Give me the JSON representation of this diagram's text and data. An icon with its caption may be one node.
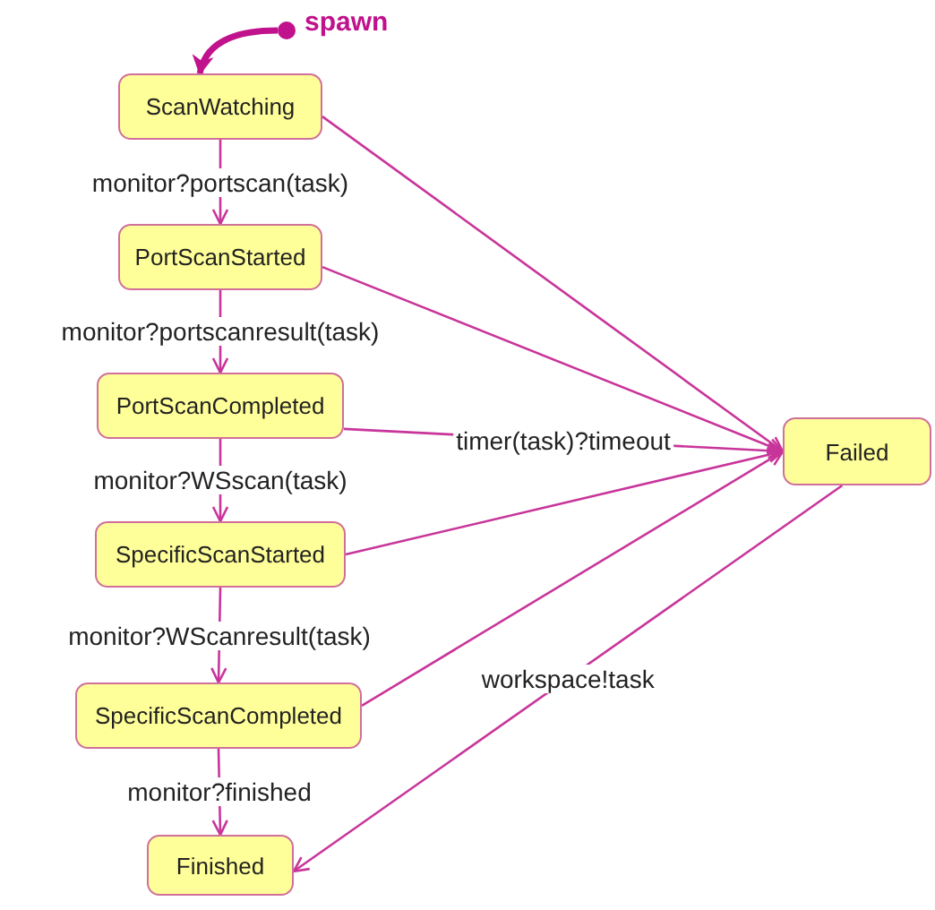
{
  "diagram": {
    "nodes": [
      {
        "text": [
          "ScanWatching"
        ]
      },
      {
        "text": [
          "PortScanStarted"
        ]
      },
      {
        "text": [
          "PortScanCompleted"
        ]
      },
      {
        "text": [
          "SpecificScanStarted"
        ]
      },
      {
        "text": [
          "SpecificScanCompleted"
        ]
      },
      {
        "text": [
          "Finished"
        ]
      },
      {
        "text": [
          "Failed"
        ]
      },
      {
        "text": [],
        "shape": "circle",
        "beside": [
          "spawn"
        ]
      }
    ],
    "edges": [
      {
        "from": 7,
        "to": 0,
        "arrow": "to",
        "style": "thick"
      },
      {
        "from": 0,
        "to": 1,
        "arrow": "to",
        "label": "monitor?portscan(task)"
      },
      {
        "from": 1,
        "to": 2,
        "arrow": "to",
        "label": "monitor?portscanresult(task)"
      },
      {
        "from": 2,
        "to": 3,
        "arrow": "to",
        "label": "monitor?WSscan(task)"
      },
      {
        "from": 3,
        "to": 4,
        "arrow": "to",
        "label": "monitor?WScanresult(task)"
      },
      {
        "from": 4,
        "to": 5,
        "arrow": "to",
        "label": "monitor?finished"
      },
      {
        "from": 0,
        "to": 6,
        "arrow": "to"
      },
      {
        "from": 1,
        "to": 6,
        "arrow": "to"
      },
      {
        "from": 2,
        "to": 6,
        "arrow": "to",
        "label": "timer(task)?timeout"
      },
      {
        "from": 3,
        "to": 6,
        "arrow": "to"
      },
      {
        "from": 4,
        "to": 6,
        "arrow": "to"
      },
      {
        "from": 6,
        "to": 5,
        "arrow": "to",
        "label": "workspace!task"
      }
    ]
  }
}
